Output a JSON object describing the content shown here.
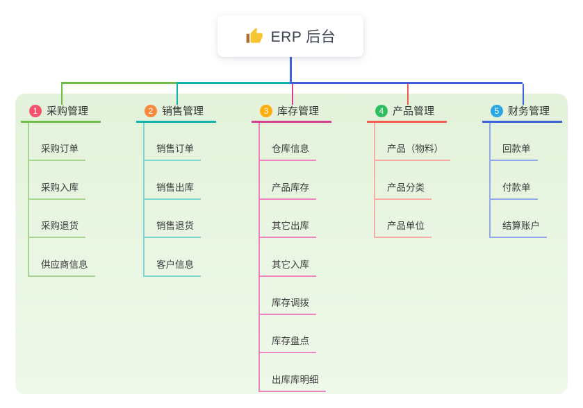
{
  "page": {
    "background": "#ffffff",
    "panel_background": "#E5F4DE"
  },
  "root": {
    "label": "ERP 后台",
    "icon": "thumbs-up-icon",
    "connector_color": "#4364D9"
  },
  "branches": [
    {
      "badge": "1",
      "label": "采购管理",
      "badge_color": "#F4516C",
      "line_color": "#6FBE45",
      "child_line_color": "#A9D492",
      "children": [
        "采购订单",
        "采购入库",
        "采购退货",
        "供应商信息"
      ]
    },
    {
      "badge": "2",
      "label": "销售管理",
      "badge_color": "#F6893B",
      "line_color": "#10B3AC",
      "child_line_color": "#7ED8D1",
      "children": [
        "销售订单",
        "销售出库",
        "销售退货",
        "客户信息"
      ]
    },
    {
      "badge": "3",
      "label": "库存管理",
      "badge_color": "#FFAD0D",
      "line_color": "#D2418F",
      "child_line_color": "#EE86BE",
      "children": [
        "仓库信息",
        "产品库存",
        "其它出库",
        "其它入库",
        "库存调拨",
        "库存盘点",
        "出库库明细"
      ]
    },
    {
      "badge": "4",
      "label": "产品管理",
      "badge_color": "#2EBD5E",
      "line_color": "#F25B50",
      "child_line_color": "#F8ACA6",
      "children": [
        "产品（物料）",
        "产品分类",
        "产品单位"
      ]
    },
    {
      "badge": "5",
      "label": "财务管理",
      "badge_color": "#2AA7E2",
      "line_color": "#3D5FD8",
      "child_line_color": "#95A9E9",
      "children": [
        "回款单",
        "付款单",
        "结算账户"
      ]
    }
  ]
}
